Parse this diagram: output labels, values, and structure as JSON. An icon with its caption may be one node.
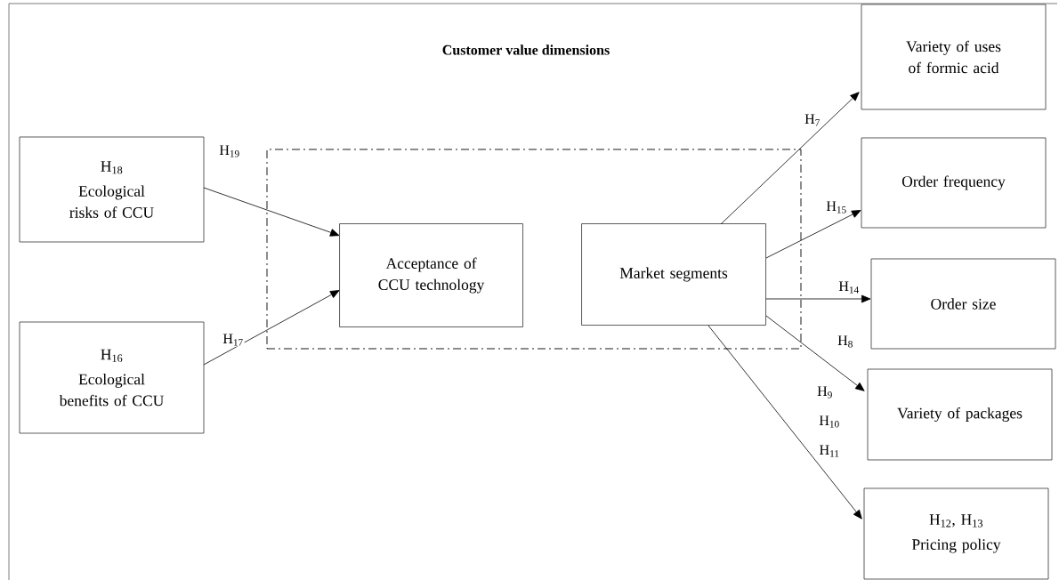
{
  "diagram": {
    "title": "Customer value dimensions",
    "nodes": [
      {
        "text": [
          "H$_{18}$",
          "Ecological risks of CCU"
        ]
      },
      {
        "text": [
          "H$_{16}$",
          "Ecological benefits of CCU"
        ]
      },
      {
        "text": [],
        "shape": "box"
      },
      {
        "text": [
          "Acceptance of CCU technology"
        ],
        "in": 2
      },
      {
        "text": [
          "Market segments"
        ],
        "in": 2
      },
      {
        "text": [
          "Variety of uses of formic acid"
        ]
      },
      {
        "text": [
          "Order frequency"
        ]
      },
      {
        "text": [
          "Order size"
        ]
      },
      {
        "text": [
          "Variety of packages"
        ]
      },
      {
        "text": [
          "H$_{12}$, H$_{13}$",
          "Pricing policy"
        ]
      }
    ],
    "edges": [
      {
        "from": 0,
        "to": 3,
        "arrow": "to",
        "label": "H$_{19}$"
      },
      {
        "from": 1,
        "to": 3,
        "arrow": "to",
        "label": "H$_{17}$"
      },
      {
        "from": 4,
        "to": 5,
        "arrow": "to",
        "label": "H$_{7}$"
      },
      {
        "from": 4,
        "to": 6,
        "arrow": "to",
        "label": "H$_{15}$"
      },
      {
        "from": 4,
        "to": 7,
        "arrow": "to",
        "label": "H$_{14}$"
      },
      {
        "from": 4,
        "to": 8,
        "arrow": "to",
        "label": "H$_{8}$"
      },
      {
        "from": 4,
        "to": 9,
        "arrow": "to"
      }
    ],
    "labels": [
      "H$_{9}$",
      "H$_{10}$",
      "H$_{11}$"
    ]
  }
}
